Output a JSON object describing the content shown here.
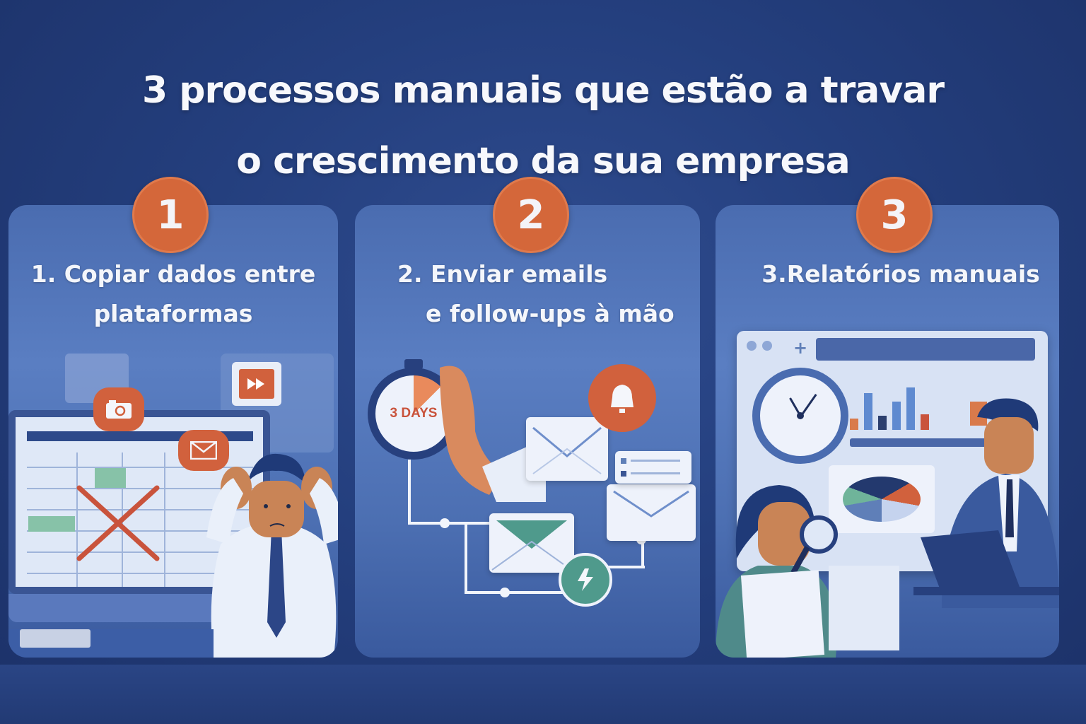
{
  "title": {
    "line1": "3 processos manuais que estão a travar",
    "line2": "o crescimento da sua empresa"
  },
  "colors": {
    "background": "#243f7e",
    "panel": "#5a7ec2",
    "badge": "#d4673a",
    "accent_orange": "#d1613d",
    "accent_teal": "#4f9a8c",
    "text": "#f4f6fb"
  },
  "panels": [
    {
      "number": "1",
      "title_line1": "1. Copiar dados entre",
      "title_line2": "plataformas",
      "illustration": {
        "description": "Stressed man with hands on head in front of a spreadsheet monitor crossed out with a red X",
        "icons": [
          "camera-icon",
          "envelope-icon",
          "fast-forward-icon",
          "red-x-icon"
        ]
      }
    },
    {
      "number": "2",
      "title_line1": "2. Enviar emails",
      "title_line2": "e follow-ups à mão",
      "illustration": {
        "description": "Hand holding a stopwatch, envelopes connected by lines, alarm clock and lightning badge",
        "stopwatch_label": "3 DAYS",
        "icons": [
          "stopwatch-icon",
          "alarm-bell-icon",
          "envelope-icon",
          "lightning-icon"
        ]
      }
    },
    {
      "number": "3",
      "title_line1": "3.Relatórios manuais",
      "title_line2": "",
      "illustration": {
        "description": "Woman with magnifying glass reading reports, man at laptop, dashboard with clock and bar charts",
        "icons": [
          "clock-icon",
          "bar-chart-icon",
          "pie-chart-icon",
          "magnifier-icon",
          "laptop-icon"
        ]
      }
    }
  ]
}
